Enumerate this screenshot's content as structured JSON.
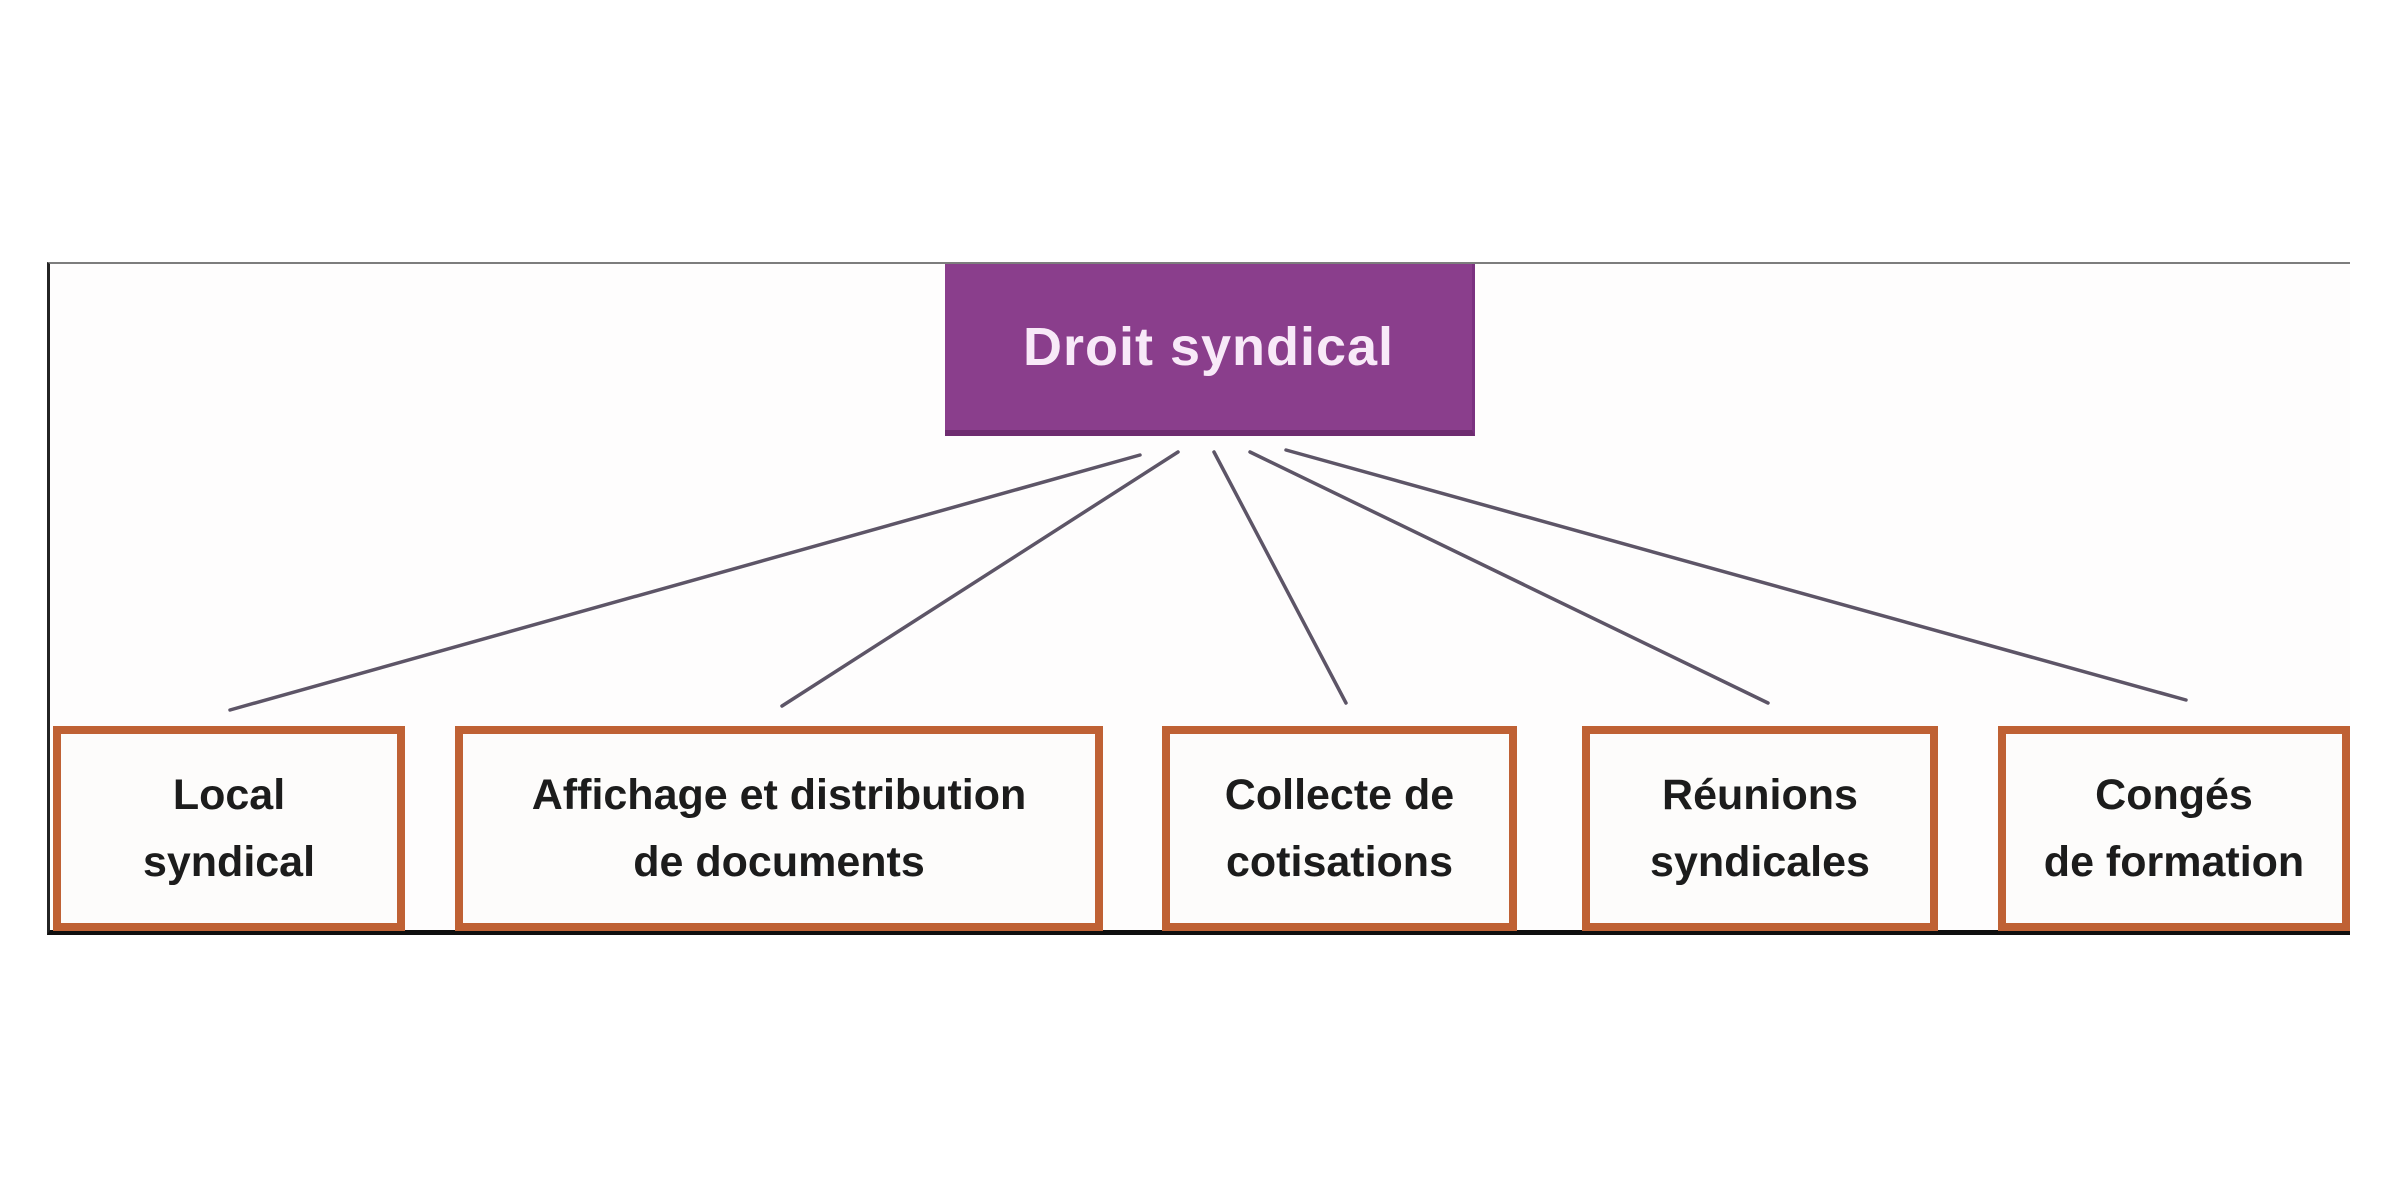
{
  "diagram": {
    "root": {
      "label": "Droit syndical"
    },
    "children": [
      {
        "id": "local-syndical",
        "label": "Local syndical",
        "lines": [
          "Local",
          "syndical"
        ]
      },
      {
        "id": "affichage-distribution",
        "label": "Affichage et distribution de documents",
        "lines": [
          "Affichage et distribution",
          "de documents"
        ]
      },
      {
        "id": "collecte-cotisations",
        "label": "Collecte de cotisations",
        "lines": [
          "Collecte de",
          "cotisations"
        ]
      },
      {
        "id": "reunions-syndicales",
        "label": "Réunions syndicales",
        "lines": [
          "Réunions",
          "syndicales"
        ]
      },
      {
        "id": "conges-formation",
        "label": "Congés de formation",
        "lines": [
          "Congés",
          "de formation"
        ]
      }
    ],
    "colors": {
      "root_bg": "#8a3e8c",
      "root_text": "#f8e9f8",
      "child_border": "#bf6134",
      "child_text": "#1c1c1c",
      "connector": "#4c4357",
      "panel_top_border": "#7d7d7d",
      "panel_bottom_border": "#0f0f0f"
    }
  }
}
